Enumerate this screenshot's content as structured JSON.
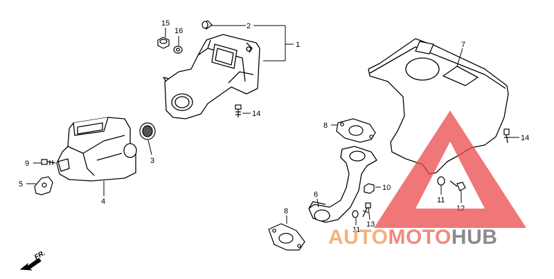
{
  "diagram": {
    "part_numbers": {
      "p1": "1",
      "p2": "2",
      "p3": "3",
      "p4": "4",
      "p5": "5",
      "p6": "6",
      "p7": "7",
      "p8a": "8",
      "p8b": "8",
      "p9": "9",
      "p10": "10",
      "p11a": "11",
      "p11b": "11",
      "p12": "12",
      "p13": "13",
      "p14a": "14",
      "p14b": "14",
      "p15": "15",
      "p16": "16"
    },
    "direction_label": "FR."
  },
  "watermark": {
    "part1": "AUTO",
    "part2": "MOTO",
    "part3": "HUB",
    "colors": {
      "auto": "#f2b27a",
      "moto": "#ef8a7f",
      "hub": "#8a8a8a",
      "triangle": "#e94a4a"
    }
  }
}
